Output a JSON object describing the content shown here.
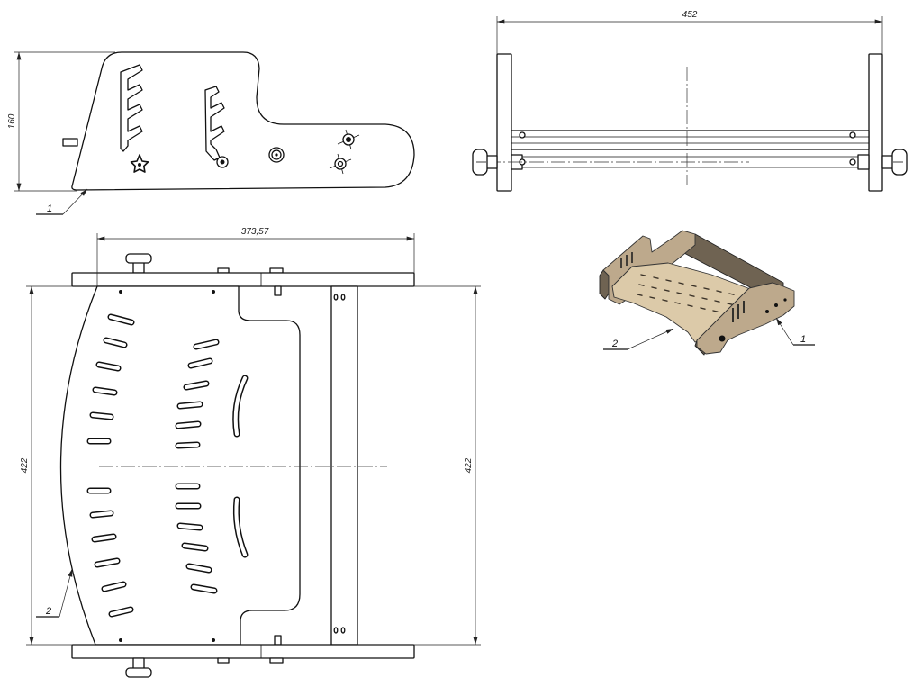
{
  "drawing": {
    "side_view": {
      "height_dimension": "160",
      "callout": "1"
    },
    "front_view": {
      "width_dimension": "452"
    },
    "top_view": {
      "width_dimension": "373,57",
      "left_height_dimension": "422",
      "right_height_dimension": "422",
      "callout": "2"
    },
    "isometric_view": {
      "callout_part_1": "1",
      "callout_part_2": "2"
    }
  },
  "colors": {
    "paper": "#ffffff",
    "line": "#111111",
    "wood_light": "#dccaa9",
    "wood_mid": "#bda98c",
    "wood_dark": "#6f6352"
  }
}
